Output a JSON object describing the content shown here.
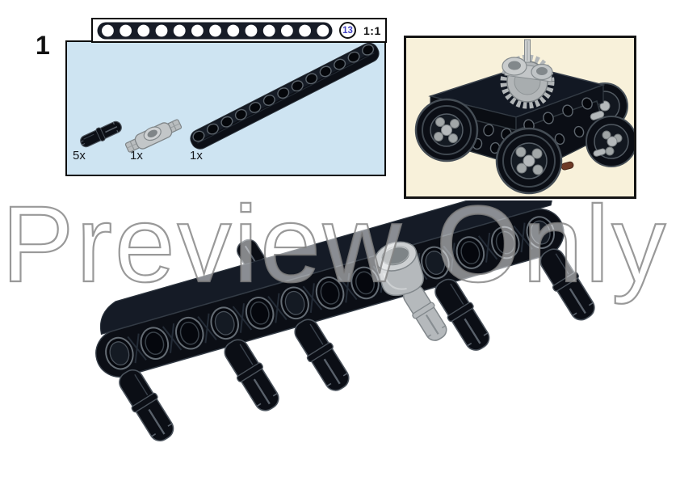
{
  "page": {
    "background": "#ffffff",
    "watermark_text": "Preview Only"
  },
  "step": {
    "number": "1"
  },
  "scale_ruler": {
    "hole_count": "13",
    "scale_label": "1:1",
    "badge_text_color": "#4545c4",
    "silhouette_icon": "beam-13-holes-silhouette-icon"
  },
  "parts_callout": {
    "background_color": "#cee4f2",
    "items": [
      {
        "quantity": "5x",
        "part_icon": "technic-pin-black-icon",
        "color": "#0b0e15"
      },
      {
        "quantity": "1x",
        "part_icon": "axle-connector-light-gray-icon",
        "color": "#b9bdbf"
      },
      {
        "quantity": "1x",
        "part_icon": "technic-beam-13-black-icon",
        "color": "#0b0e15"
      }
    ]
  },
  "model_preview": {
    "background_color": "#f8f1da",
    "render_icon": "assembled-chassis-with-wheels-and-gear-icon"
  },
  "main_render": {
    "render_icon": "beam-13-with-pins-and-connector-icon"
  }
}
